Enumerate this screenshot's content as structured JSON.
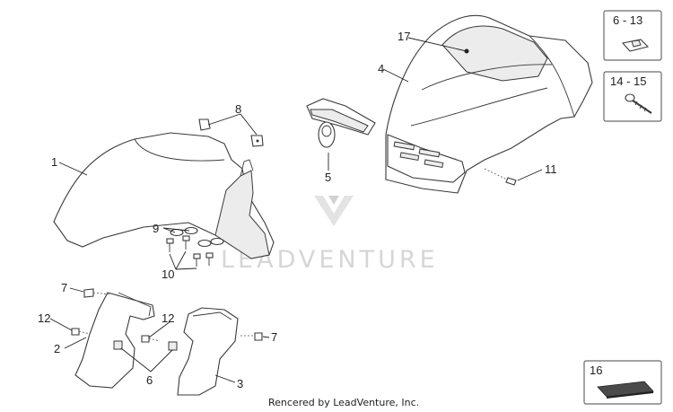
{
  "callouts": {
    "c1": "1",
    "c4": "4",
    "c5": "5",
    "c8": "8",
    "c9": "9",
    "c10": "10",
    "c11": "11",
    "c17": "17",
    "c7a": "7",
    "c7b": "7",
    "c12a": "12",
    "c12b": "12",
    "c2": "2",
    "c3": "3",
    "c6": "6"
  },
  "kit_boxes": {
    "box_6_13": "6 - 13",
    "box_14_15": "14 - 15",
    "box_16": "16"
  },
  "watermark": "LEADVENTURE",
  "footer": "Rencered by LeadVenture, Inc.",
  "colors": {
    "line": "#3a3a3a",
    "watermark": "#d6d6d6",
    "box_border": "#6a6a6a"
  }
}
